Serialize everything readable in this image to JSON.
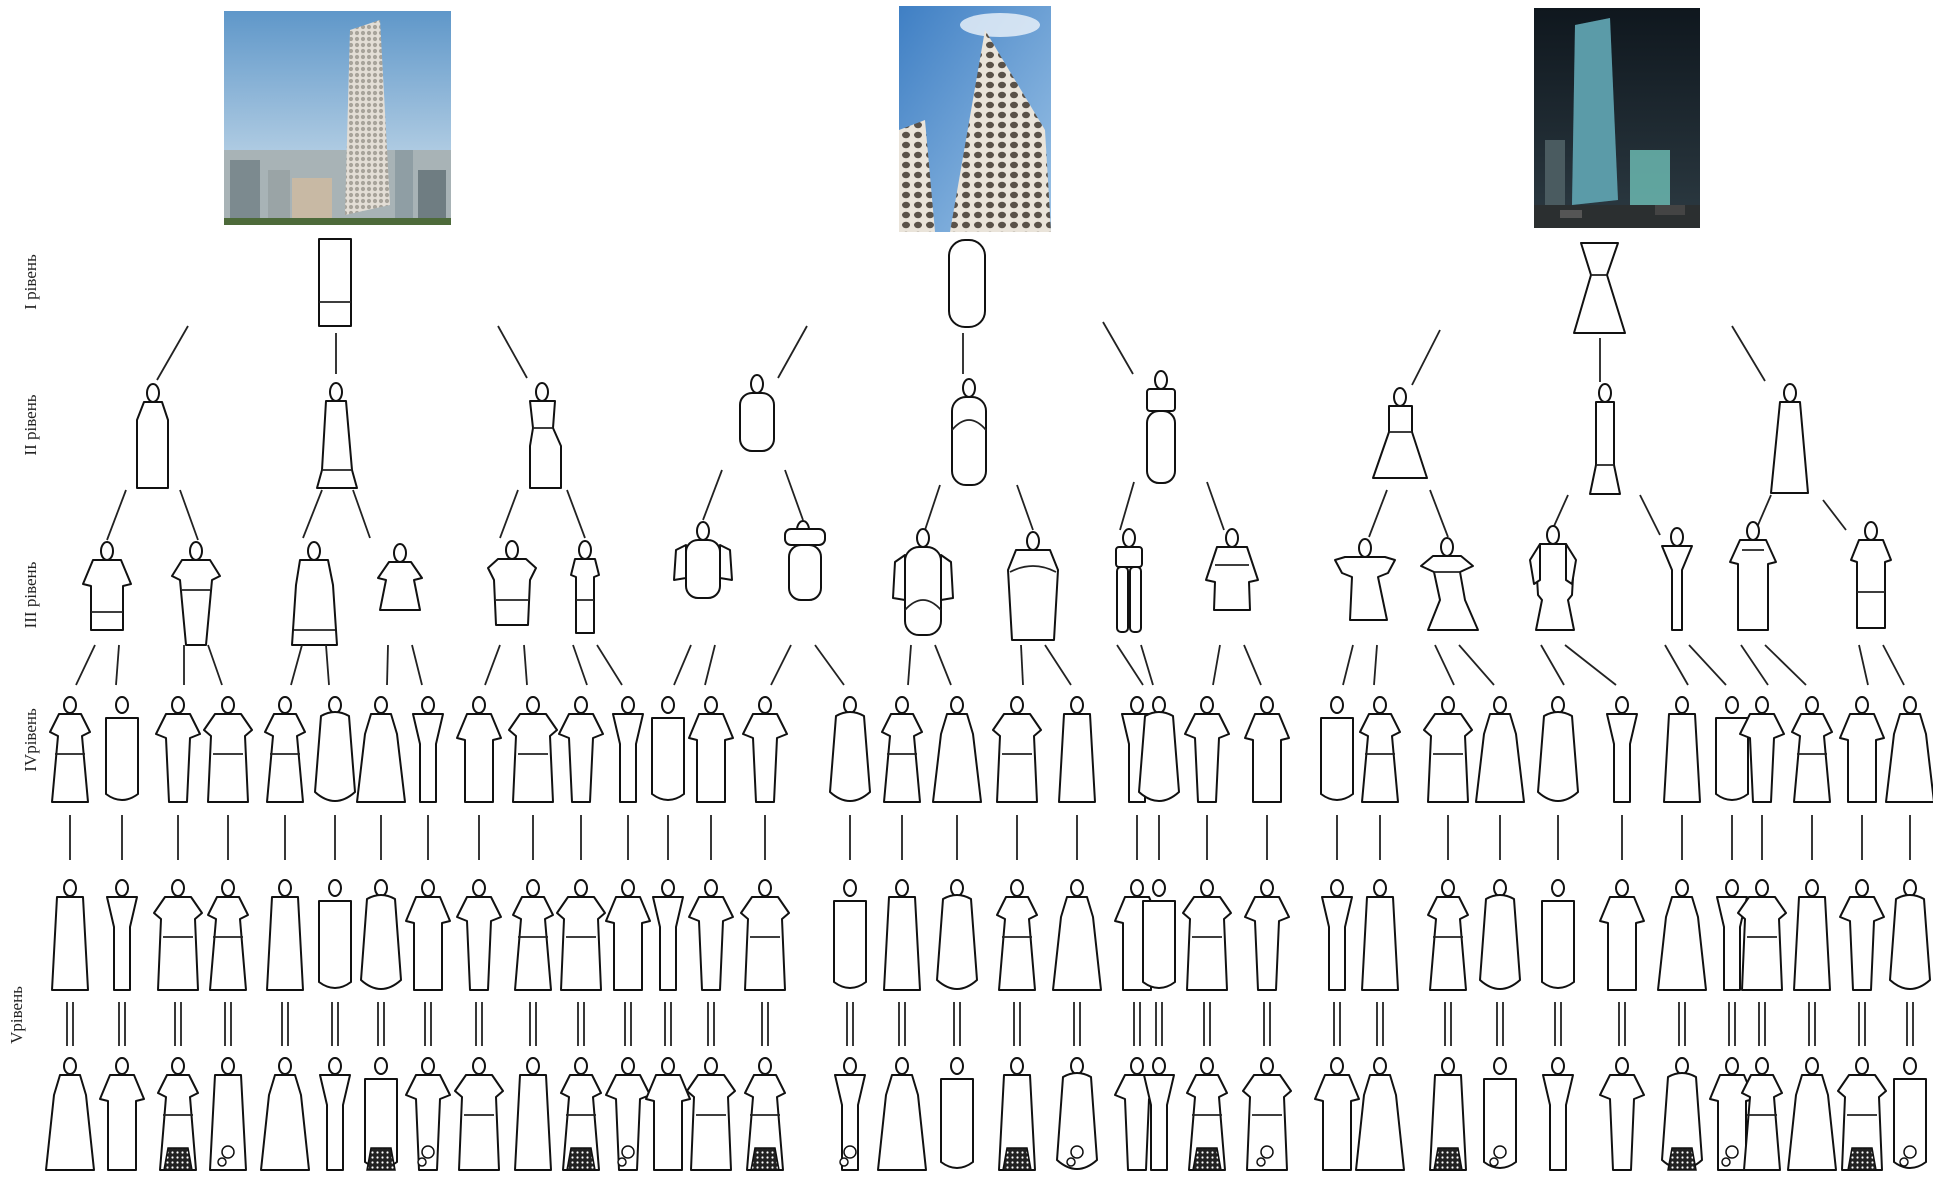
{
  "level_labels": {
    "l1": "I рівень",
    "l2": "II рівень",
    "l3": "III рівень",
    "l4": "IVрівень",
    "l5": "Vрівень"
  },
  "photos": [
    {
      "name": "twisted-white-skyscraper-photo",
      "palette": [
        "#6fa3cf",
        "#d9e6ee",
        "#c9c3b8",
        "#7f8f95"
      ]
    },
    {
      "name": "honeycomb-facade-tower-photo",
      "palette": [
        "#4f86c4",
        "#e6e1d8",
        "#b59b86",
        "#8a7b6e"
      ]
    },
    {
      "name": "glass-tower-night-photo",
      "palette": [
        "#1b2833",
        "#4a8a99",
        "#8fd0d6",
        "#3b4b4e"
      ]
    }
  ],
  "colors": {
    "stroke": "#111111",
    "fill": "#ffffff",
    "pattern": "#111111"
  }
}
